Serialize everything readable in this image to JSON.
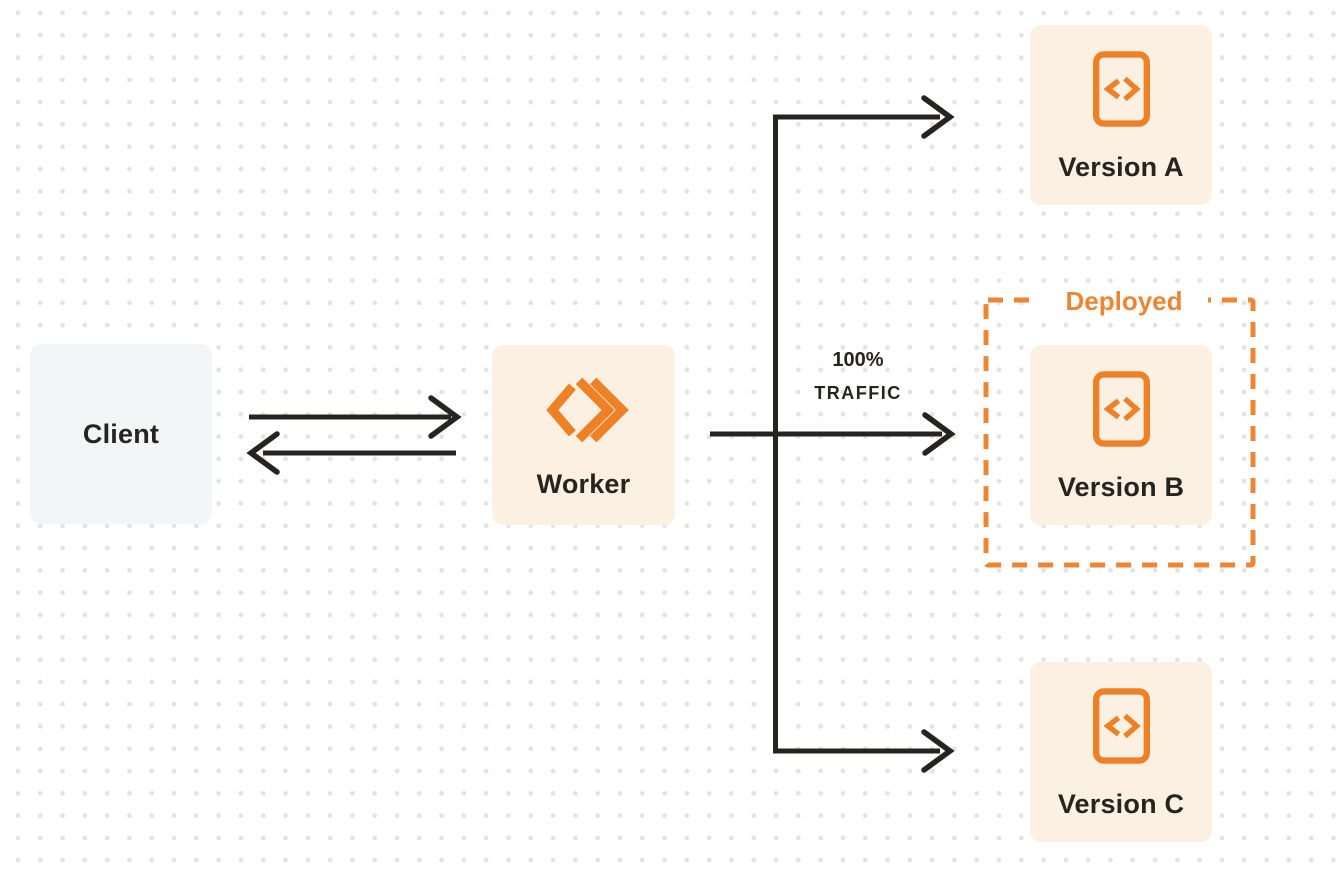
{
  "colors": {
    "accent_orange": "#EE8126",
    "deployed_orange": "#ED8533",
    "node_peach": "#FBF0E1",
    "node_gray": "#F4F5F7",
    "line_ink": "#26241E",
    "dot_grid": "#E3E3E3",
    "background": "#FFFFFF"
  },
  "nodes": {
    "client": {
      "label": "Client"
    },
    "worker": {
      "label": "Worker",
      "icon": "workers-chevrons-icon"
    },
    "version_a": {
      "label": "Version A",
      "icon": "code-page-icon"
    },
    "version_b": {
      "label": "Version B",
      "icon": "code-page-icon"
    },
    "version_c": {
      "label": "Version C",
      "icon": "code-page-icon"
    }
  },
  "annotations": {
    "deployed_label": "Deployed",
    "traffic_percent": "100%",
    "traffic_word": "TRAFFIC"
  },
  "edges": {
    "client_to_worker": {
      "type": "arrow-right"
    },
    "worker_to_client": {
      "type": "arrow-left"
    },
    "worker_to_version_a": {
      "type": "arrow"
    },
    "worker_to_version_b": {
      "type": "arrow",
      "label": "100% TRAFFIC"
    },
    "worker_to_version_c": {
      "type": "arrow"
    }
  }
}
